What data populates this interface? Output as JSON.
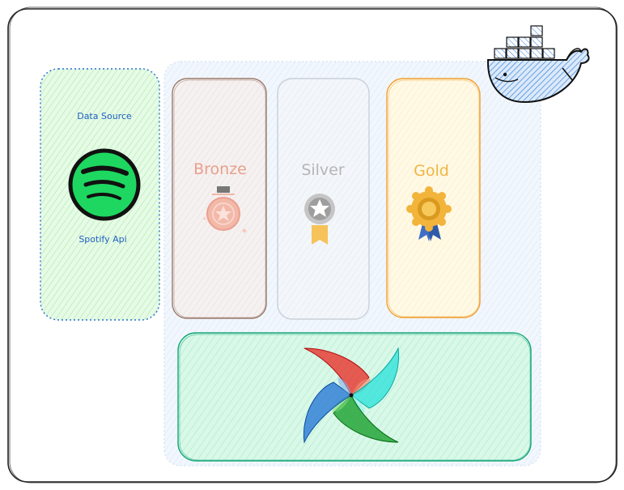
{
  "diagram": {
    "data_source": {
      "title": "Data Source",
      "caption": "Spotify Api",
      "icon": "spotify-icon"
    },
    "layers": [
      {
        "key": "bronze",
        "label": "Bronze",
        "icon": "bronze-medal-icon",
        "color": "#e8a08a",
        "border": "#a08070"
      },
      {
        "key": "silver",
        "label": "Silver",
        "icon": "silver-medal-icon",
        "color": "#b5b5b5",
        "border": "#c9d0d8"
      },
      {
        "key": "gold",
        "label": "Gold",
        "icon": "gold-medal-icon",
        "color": "#f0b545",
        "border": "#f0a030"
      }
    ],
    "orchestrator": {
      "icon": "airflow-pinwheel-icon"
    },
    "container_runtime": {
      "icon": "docker-whale-icon"
    },
    "colors": {
      "source_fill": "#b6f2b6",
      "source_border": "#2a6fc9",
      "source_text": "#1f5fbf",
      "pipeline_fill": "#dce9f8",
      "orchestrator_fill": "#a7f0c9",
      "orchestrator_border": "#16a679",
      "docker_blue": "#2d7bd8"
    }
  }
}
